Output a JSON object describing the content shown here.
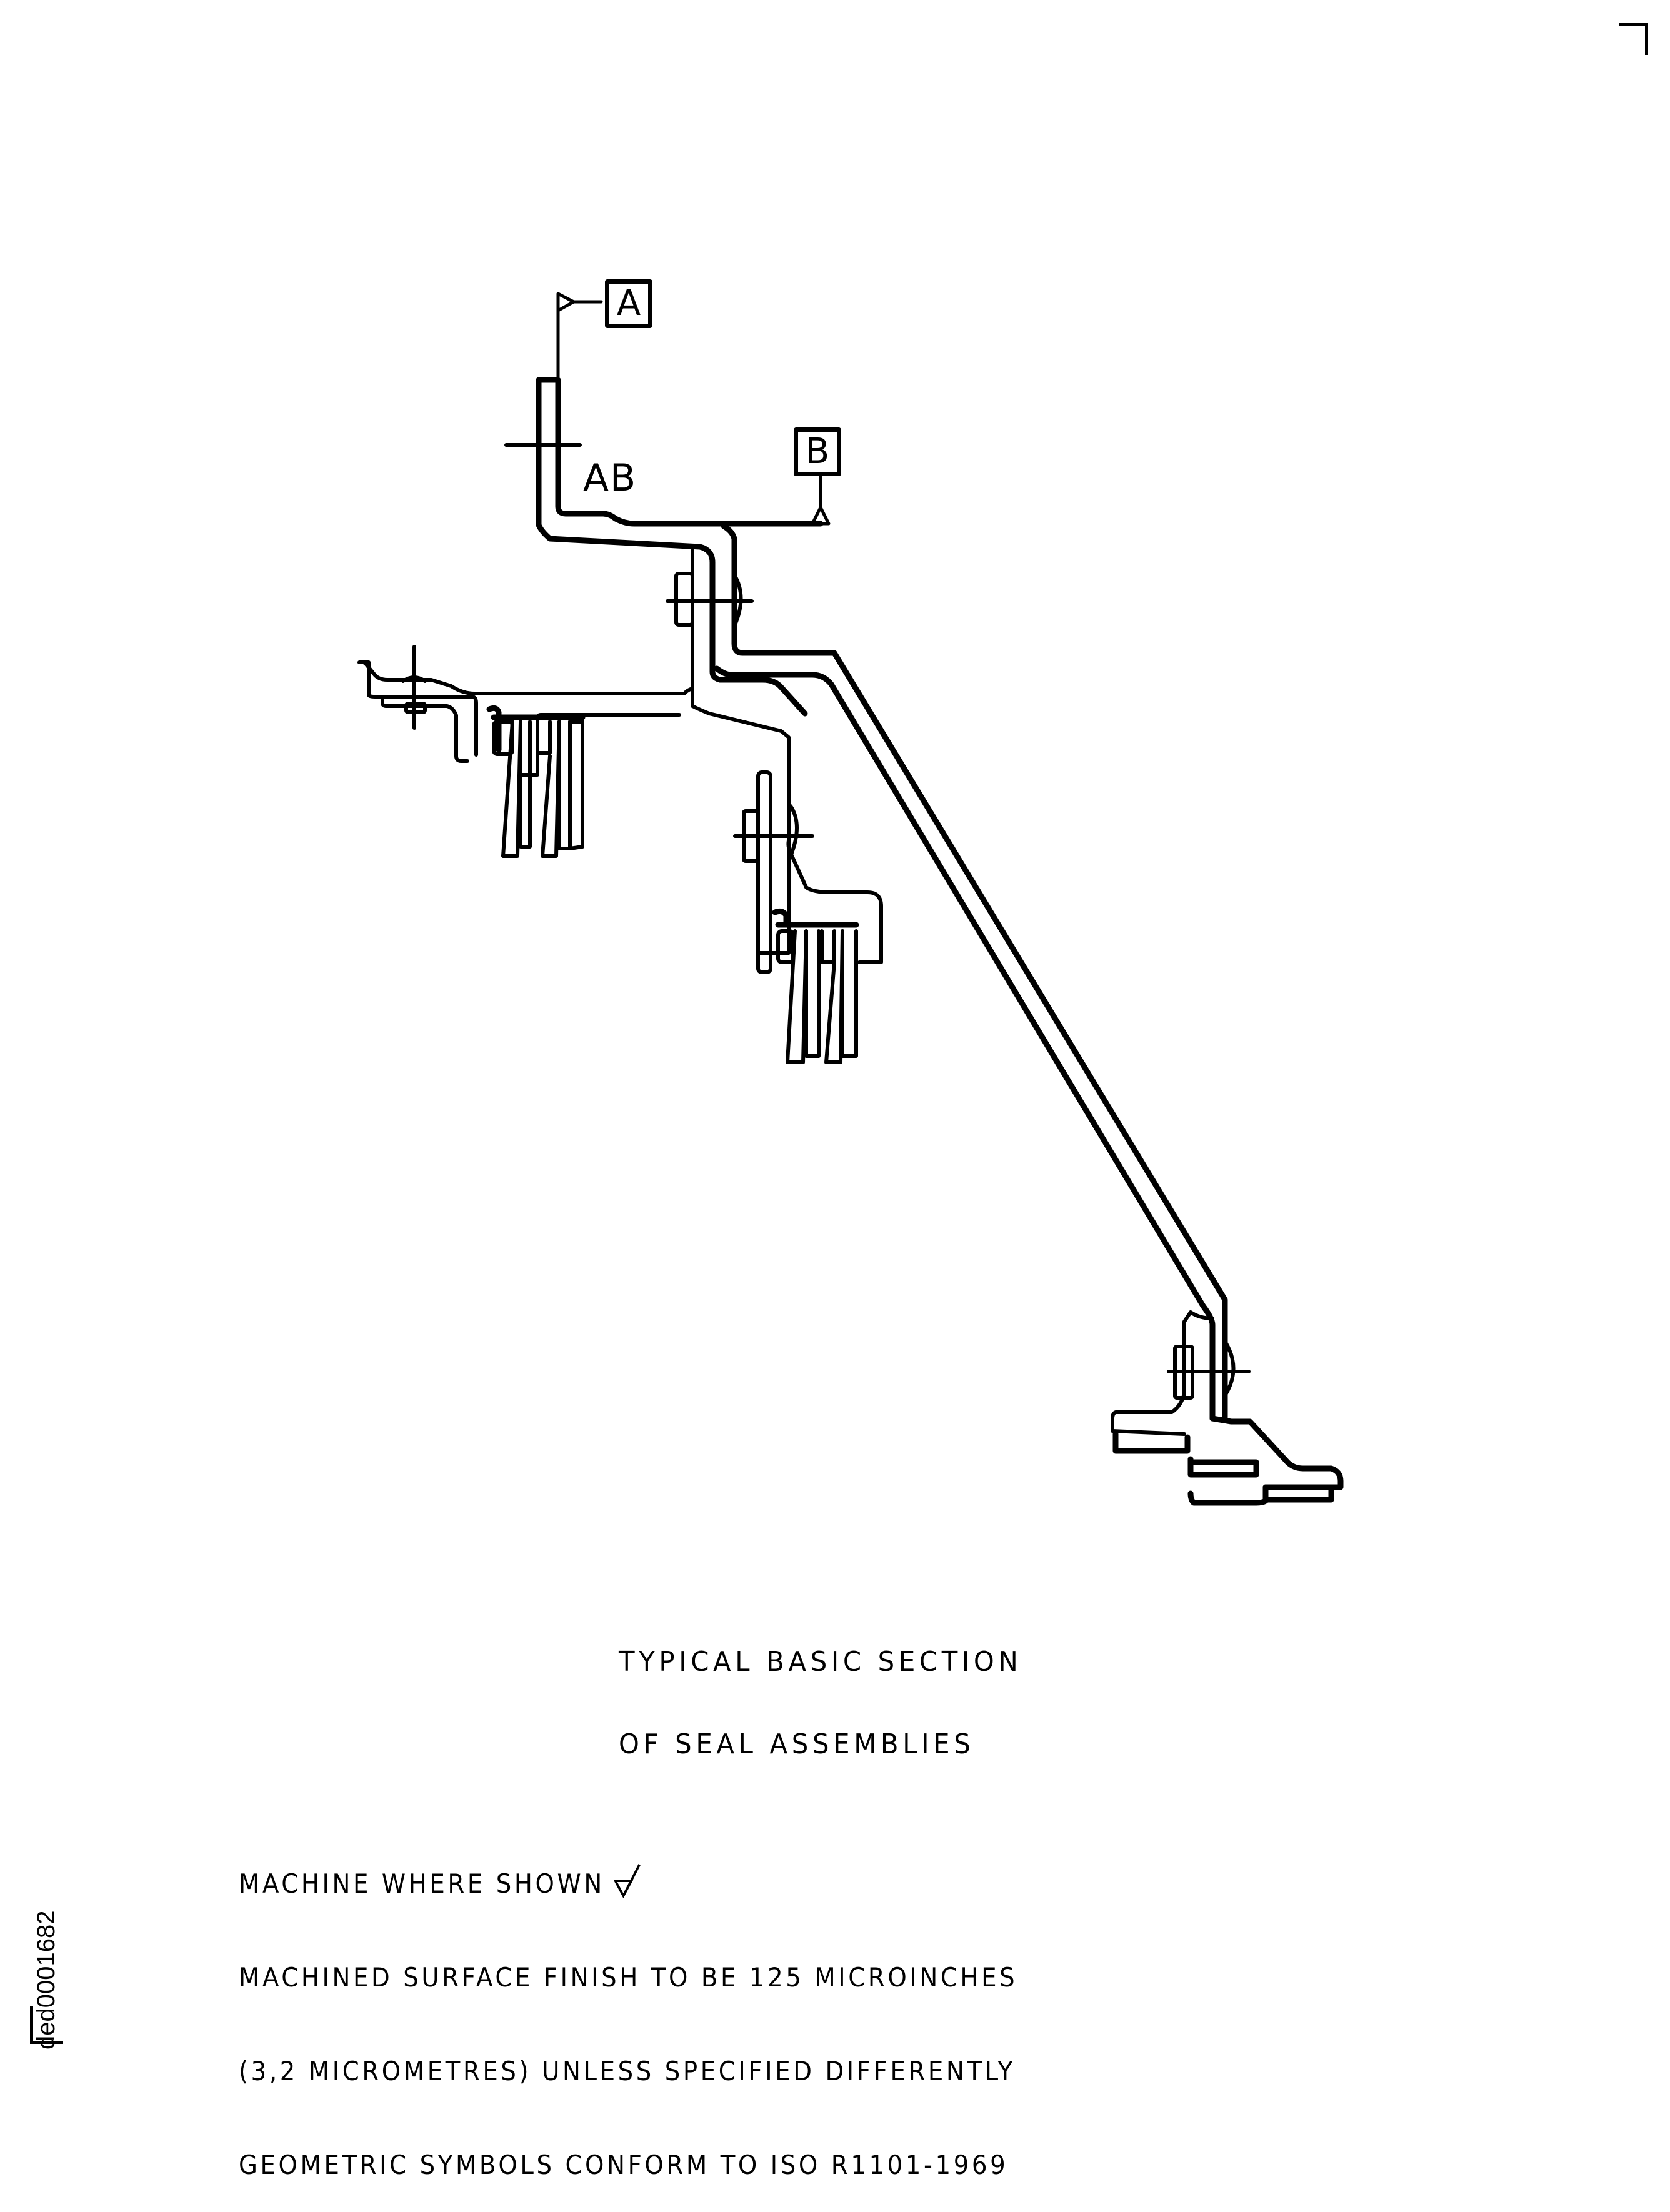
{
  "drawing": {
    "type": "engineering-section-drawing",
    "datums": [
      {
        "id": "datum-a",
        "letter": "A"
      },
      {
        "id": "datum-b",
        "letter": "B"
      }
    ],
    "reference_label": "AB",
    "caption": {
      "line1": "TYPICAL BASIC SECTION",
      "line2": "OF SEAL ASSEMBLIES"
    }
  },
  "notes": {
    "line1": "MACHINE WHERE SHOWN",
    "line1_symbol": "surface-finish-check-icon",
    "line2": "MACHINED SURFACE FINISH TO BE 125 MICROINCHES",
    "line3": "(3,2 MICROMETRES) UNLESS SPECIFIED DIFFERENTLY",
    "line4": "GEOMETRIC SYMBOLS CONFORM TO ISO R1101-1969"
  },
  "document_id": "ded0001682",
  "colors": {
    "background": "#ffffff",
    "ink": "#000000"
  }
}
